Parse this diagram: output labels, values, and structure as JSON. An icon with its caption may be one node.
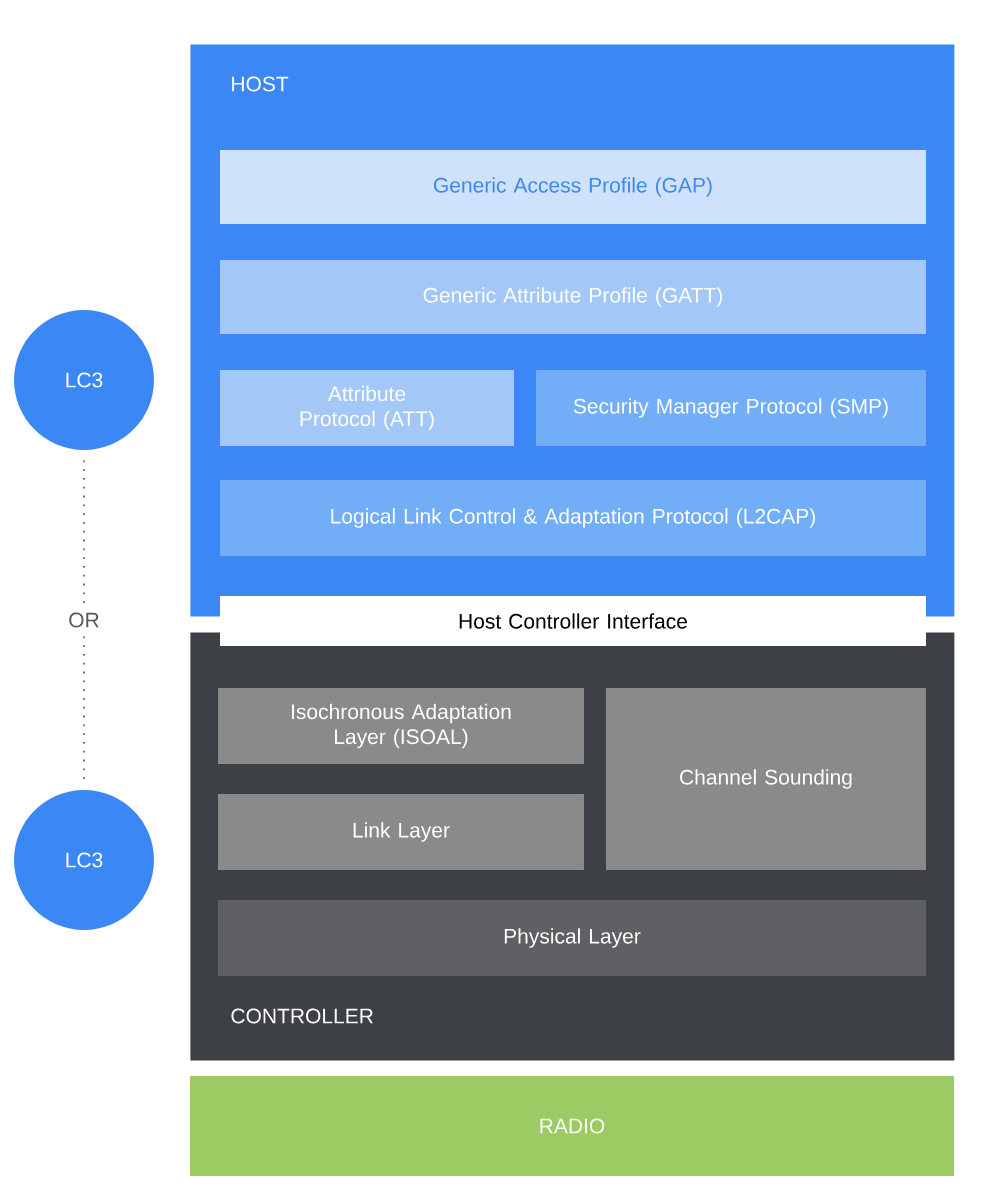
{
  "diagram": {
    "nodes": [
      {
        "text": [
          "HOST"
        ]
      },
      {
        "text": [
          "Generic Access Profile (GAP)"
        ],
        "in": 0
      },
      {
        "text": [
          "Generic Attribute Profile (GATT)"
        ],
        "in": 0
      },
      {
        "text": [
          "Attribute Protocol (ATT)"
        ],
        "in": 0
      },
      {
        "text": [
          "Security Manager Protocol (SMP)"
        ],
        "in": 0
      },
      {
        "text": [
          "Logical Link Control & Adaptation Protocol (L2CAP)"
        ],
        "in": 0
      },
      {
        "text": [
          "Host Controller Interface"
        ]
      },
      {
        "text": [
          "CONTROLLER"
        ]
      },
      {
        "text": [
          "Isochronous Adaptation Layer (ISOAL)"
        ],
        "in": 7
      },
      {
        "text": [
          "Link Layer"
        ],
        "in": 7
      },
      {
        "text": [
          "Channel Sounding"
        ],
        "in": 7
      },
      {
        "text": [
          "Physical Layer"
        ],
        "in": 7
      },
      {
        "text": [
          "RADIO"
        ]
      },
      {
        "text": [
          "LC3"
        ]
      },
      {
        "text": [
          "LC3"
        ]
      }
    ],
    "edges": [
      {
        "from": 13,
        "to": 14,
        "arrow": "none",
        "label": "OR",
        "style": "dashed"
      }
    ]
  }
}
